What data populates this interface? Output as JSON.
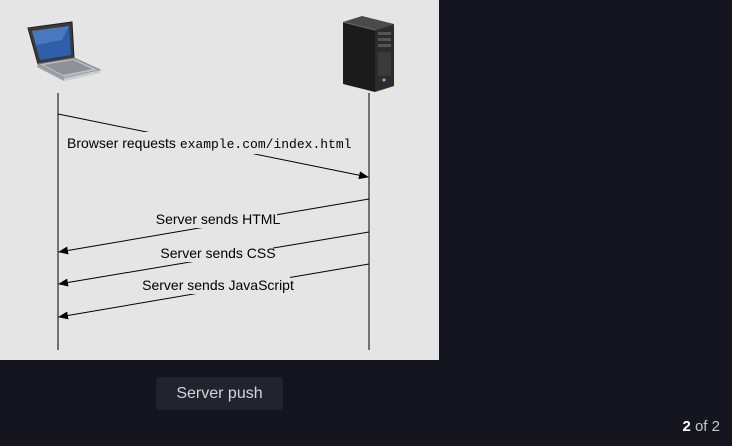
{
  "diagram": {
    "client_icon": "laptop-icon",
    "server_icon": "server-tower-icon",
    "messages": [
      {
        "text": "Browser requests ",
        "code": "example.com/index.html"
      },
      {
        "text": "Server sends HTML",
        "code": ""
      },
      {
        "text": "Server sends CSS",
        "code": ""
      },
      {
        "text": "Server sends JavaScript",
        "code": ""
      }
    ]
  },
  "caption": "Server push",
  "pager": {
    "current": "2",
    "separator": " of ",
    "total": "2"
  }
}
